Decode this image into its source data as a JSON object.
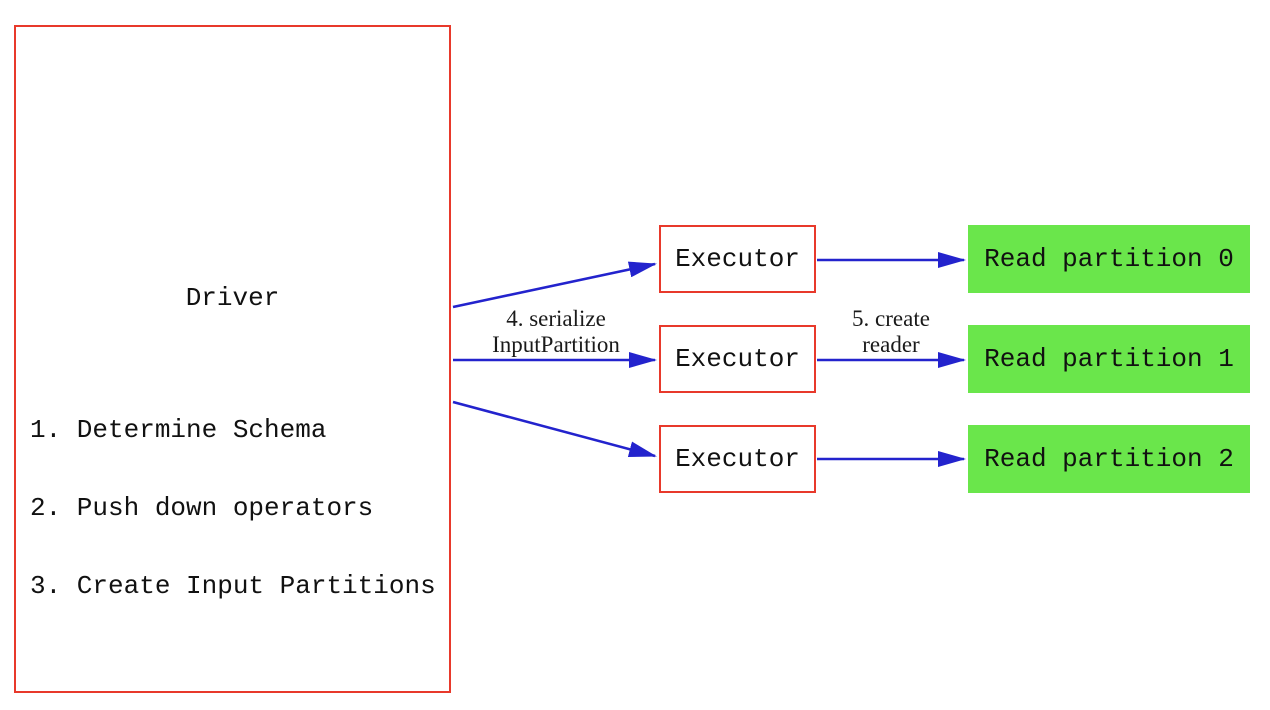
{
  "diagram": {
    "title_hint": "Driver / Executor partition read flow",
    "colors": {
      "background": "#ffffff",
      "box_border_red": "#e8392b",
      "arrow_blue": "#2323cd",
      "partition_green": "#6ae64b",
      "text": "#111111"
    },
    "driver": {
      "title": "Driver",
      "steps": [
        "1. Determine Schema",
        "2. Push down operators",
        "3. Create Input Partitions"
      ]
    },
    "executors": [
      "Executor",
      "Executor",
      "Executor"
    ],
    "partitions": [
      "Read partition 0",
      "Read partition 1",
      "Read partition 2"
    ],
    "edge_labels": {
      "serialize": [
        "4. serialize",
        "InputPartition"
      ],
      "create_reader": [
        "5. create",
        "reader"
      ]
    }
  }
}
